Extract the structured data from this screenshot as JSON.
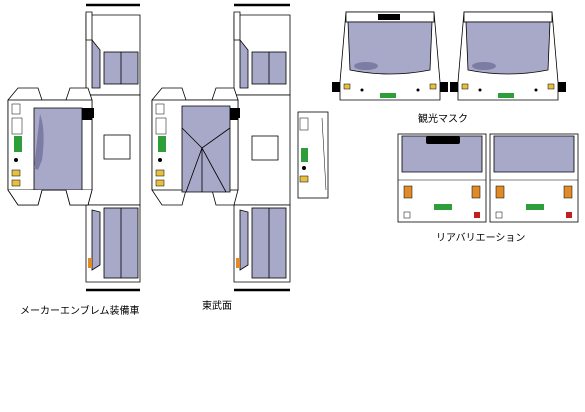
{
  "captions": {
    "maker_emblem": "メーカーエンブレム装備車",
    "tobu_front": "東武面",
    "sightseeing_mask": "観光マスク",
    "rear_variation": "リアバリエーション"
  },
  "colors": {
    "window": "#a8a8c8",
    "window_dark": "#7c7ca4",
    "outline": "#000000",
    "paper": "#ffffff",
    "light_gray": "#cfcfcf",
    "green_plate": "#2e9e3a",
    "orange_lamp": "#e08a28",
    "red_lamp": "#c02020",
    "yellow_lamp": "#e8c040",
    "black_band": "#000000"
  }
}
